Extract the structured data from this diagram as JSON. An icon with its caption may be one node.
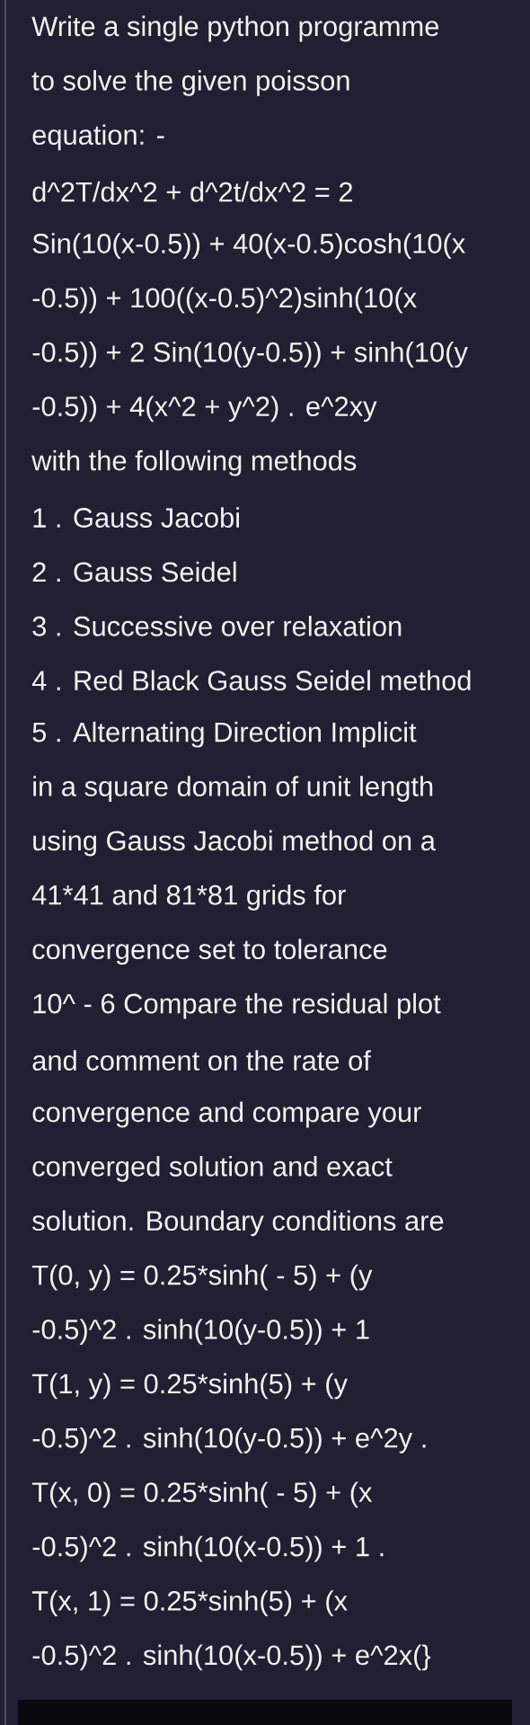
{
  "diagram": {
    "nodes": [
      {
        "text": [],
        "shape": "bar"
      }
    ],
    "labels": [
      "Write a single python programme",
      "to solve the given poisson",
      "equation: -",
      "d^2T/dx^2 + d^2t/dx^2 = 2",
      "Sin(10(x-0.5)) + 40(x-0.5)cosh(10(x",
      "-0.5)) + 100((x-0.5)^2)sinh(10(x",
      "-0.5)) + 2 Sin(10(y-0.5)) + sinh(10(y",
      "-0.5)) + 4(x^2 + y^2) . e^2xy",
      "with the following methods",
      "1 . Gauss Jacobi",
      "2 . Gauss Seidel",
      "3 . Successive over relaxation",
      "4 . Red Black Gauss Seidel method",
      "5 . Alternating Direction Implicit",
      "in a square domain of unit length",
      "using Gauss Jacobi method on a",
      "41*41 and 81*81 grids for",
      "convergence set to tolerance",
      "10^ - 6 Compare the residual plot",
      "and comment on the rate of",
      "convergence and compare your",
      "converged solution and exact",
      "solution. Boundary conditions are",
      "T(0, y) = 0.25*sinh( - 5) + (y",
      "-0.5)^2 . sinh(10(y-0.5)) + 1",
      "T(1, y) = 0.25*sinh(5) + (y",
      "-0.5)^2 . sinh(10(y-0.5)) + e^2y .",
      "T(x, 0) = 0.25*sinh( - 5) + (x",
      "-0.5)^2 . sinh(10(x-0.5)) + 1 .",
      "T(x, 1) = 0.25*sinh(5) + (x",
      "-0.5)^2 . sinh(10(x-0.5)) + e^2x(}"
    ]
  }
}
